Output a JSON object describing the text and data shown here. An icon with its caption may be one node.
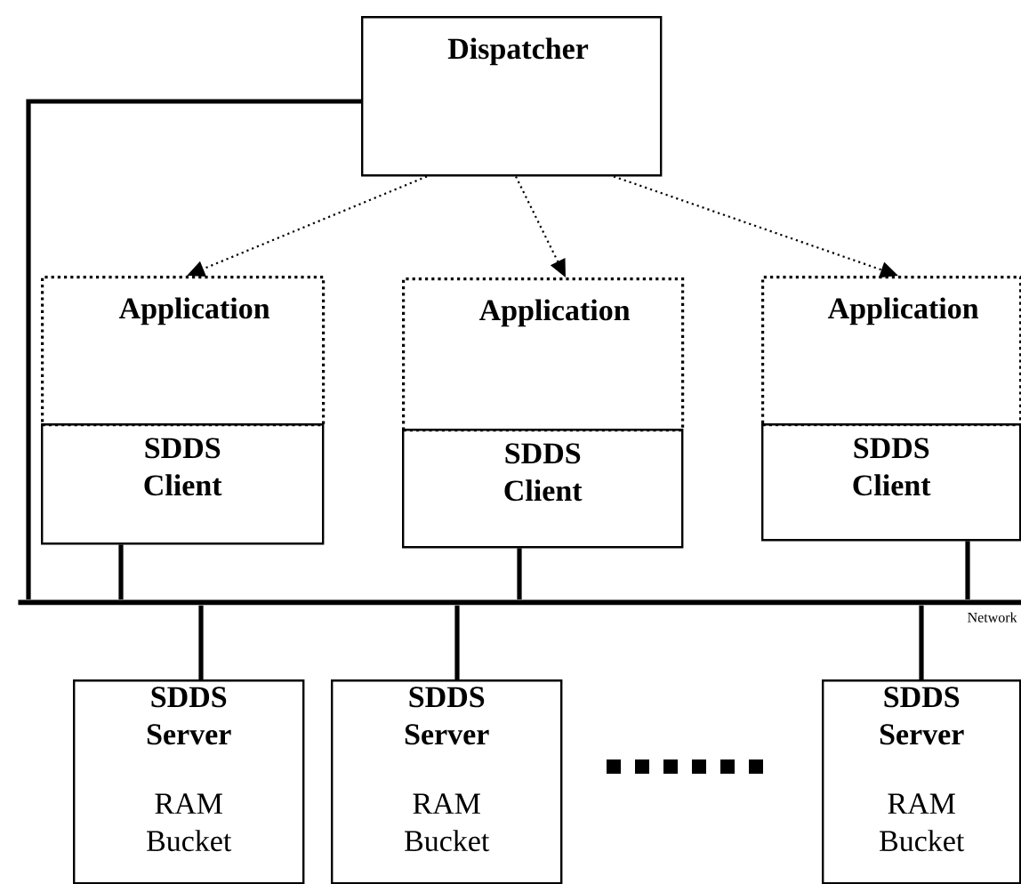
{
  "diagram": {
    "nodes": [
      {
        "text": [
          "Dispatcher"
        ]
      },
      {
        "text": [
          "Application"
        ]
      },
      {
        "text": [
          "Application"
        ]
      },
      {
        "text": [
          "Application"
        ]
      },
      {
        "text": [
          "SDDS Client"
        ]
      },
      {
        "text": [
          "SDDS Client"
        ]
      },
      {
        "text": [
          "SDDS Client"
        ]
      },
      {
        "text": [],
        "shape": "bar",
        "beside": [
          "Network"
        ]
      },
      {
        "text": [
          "SDDS Server",
          "RAM Bucket"
        ]
      },
      {
        "text": [
          "SDDS Server",
          "RAM Bucket"
        ]
      },
      {
        "text": [
          "SDDS Server",
          "RAM Bucket"
        ]
      }
    ],
    "edges": [
      {
        "from": 0,
        "to": 1,
        "arrow": "to",
        "style": "dashed"
      },
      {
        "from": 0,
        "to": 2,
        "arrow": "to",
        "style": "dashed"
      },
      {
        "from": 0,
        "to": 3,
        "arrow": "to",
        "style": "dashed"
      },
      {
        "from": 0,
        "to": 7,
        "arrow": "none"
      },
      {
        "from": 4,
        "to": 7,
        "arrow": "none"
      },
      {
        "from": 5,
        "to": 7,
        "arrow": "none"
      },
      {
        "from": 6,
        "to": 7,
        "arrow": "none"
      },
      {
        "from": 8,
        "to": 7,
        "arrow": "none"
      },
      {
        "from": 9,
        "to": 7,
        "arrow": "none"
      },
      {
        "from": 10,
        "to": 7,
        "arrow": "none"
      }
    ]
  }
}
